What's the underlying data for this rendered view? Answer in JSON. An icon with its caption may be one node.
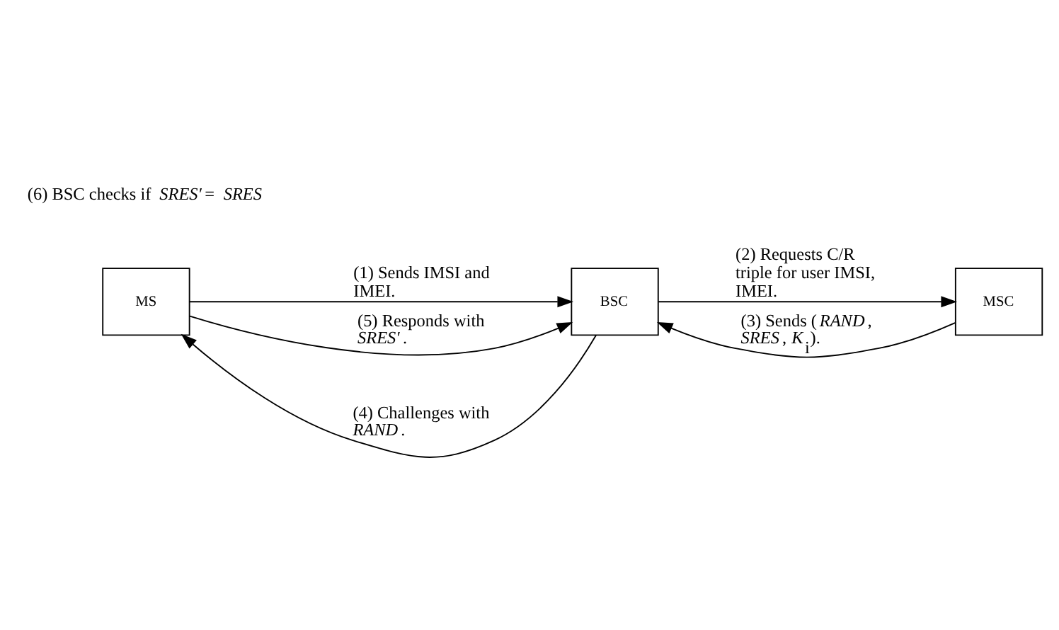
{
  "diagram": {
    "nodes": [
      {
        "text": [
          "MS"
        ]
      },
      {
        "text": [
          "BSC"
        ]
      },
      {
        "text": [
          "MSC"
        ]
      }
    ],
    "edges": [
      {
        "from": 0,
        "to": 1,
        "arrow": "to",
        "label": "(1) Sends IMSI and IMEI."
      },
      {
        "from": 1,
        "to": 2,
        "arrow": "to",
        "label": "(2) Requests C/R triple for user IMSI, IMEI."
      },
      {
        "from": 2,
        "to": 1,
        "arrow": "to",
        "label": "(3) Sends (*RAND*, *SRES*, *K*$_{i}$)."
      },
      {
        "from": 1,
        "to": 0,
        "arrow": "to",
        "label": "(4) Challenges with *RAND*."
      },
      {
        "from": 0,
        "to": 1,
        "arrow": "to",
        "label": "(5) Responds with *SRES′*."
      }
    ],
    "labels": [
      "(6) BSC checks if *SRES′* = *SRES*"
    ]
  }
}
